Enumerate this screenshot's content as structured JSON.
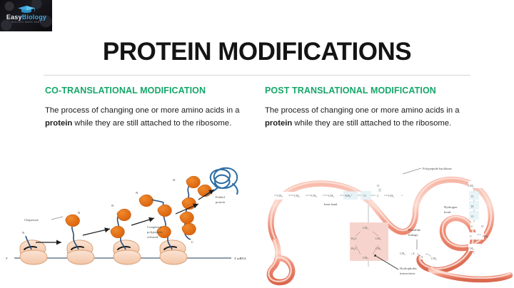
{
  "logo": {
    "icon": "graduation-cap-icon",
    "word1": "Easy",
    "word2": "Biology",
    "tagline": "BIOLOGY MADE EASY"
  },
  "slide": {
    "title": "PROTEIN MODIFICATIONS"
  },
  "columns": [
    {
      "heading": "CO-TRANSLATIONAL MODIFICATION",
      "body_pre": "The process of changing one or more amino acids in a ",
      "body_bold": "protein",
      "body_post": " while they are still attached to the ribosome."
    },
    {
      "heading": "POST TRANSLATIONAL MODIFICATION",
      "body_pre": "The process of changing one or more amino acids in a ",
      "body_bold": "protein",
      "body_post": " while they are still attached to the ribosome."
    }
  ],
  "figure_left": {
    "name": "co-translational-folding-diagram",
    "labels": {
      "chaperone": "Chaperone",
      "completed": "Completed\npolypeptide\nreleased",
      "completed_l1": "Completed",
      "completed_l2": "polypeptide",
      "completed_l3": "released",
      "folded_l1": "Folded",
      "folded_l2": "protein",
      "five_prime": "5'",
      "three_prime": "3'  mRNA",
      "n_terminus": "N",
      "c_terminus": "C"
    },
    "ribosome_count": 4,
    "colors": {
      "ribosome": "#f6d6bf",
      "ribosome_edge": "#d99a70",
      "chaperone": "#e2741c",
      "chain": "#2b4f7a",
      "mrna": "#6b7b8c",
      "folded_protein": "#2e6ea6"
    }
  },
  "figure_right": {
    "name": "tertiary-structure-bonds-diagram",
    "labels": {
      "backbone": "Polypeptide backbone",
      "ionic": "Ionic bond",
      "hydrogen_l1": "Hydrogen",
      "hydrogen_l2": "bond",
      "disulfide_l1": "Disulfide",
      "disulfide_l2": "linkage",
      "hydrophobic_l1": "Hydrophobic",
      "hydrophobic_l2": "interactions"
    },
    "ionic_chain": [
      "CH",
      "CH",
      "CH",
      "CH",
      "NH",
      "O",
      "C",
      "CH"
    ],
    "ionic_chain_text": "— CH₂ — CH₂ — CH₂ — CH₂ — NH₃⁺  ⁻O — C — CH₂ —",
    "hydrogen_chain_text": "CH₂ — O — H — O = C — NH₂ — CH₂",
    "disulfide_chain_text": "CH₂ — S — S — CH₂",
    "hydrophobic_box_text": "CH₃  H₃C  CH₃  H₃C  CH₃  CH₃",
    "colors": {
      "backbone": "#ef8a73",
      "backbone_light": "#f9c3b4",
      "backbone_edge": "#d8674f",
      "hydrophobic_box": "#f6d4cd",
      "bond_line": "#9aa6a8"
    }
  },
  "theme": {
    "accent_green": "#16a669",
    "title_color": "#141414",
    "background": "#ffffff",
    "logo_blue": "#3ea8e0"
  }
}
